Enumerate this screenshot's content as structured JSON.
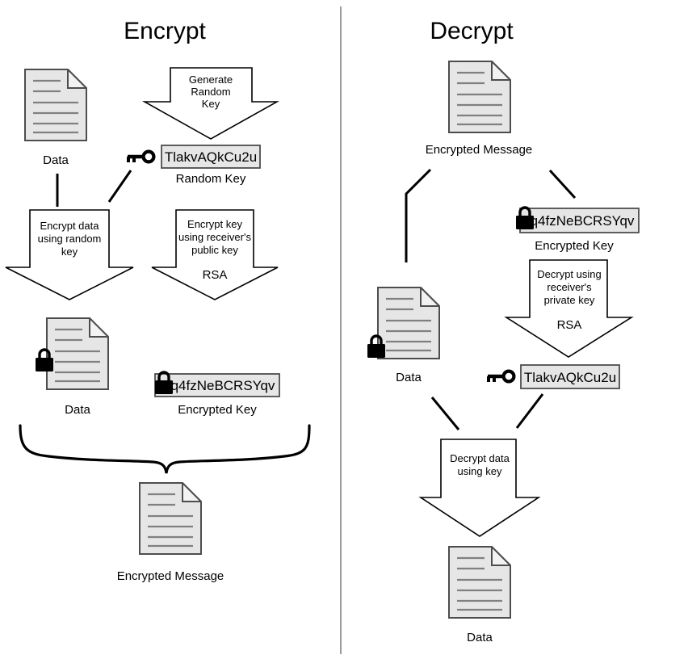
{
  "diagram": {
    "title_left": "Encrypt",
    "title_right": "Decrypt",
    "colors": {
      "shape_fill": "#e6e6e6",
      "shape_stroke": "#4d4d4d",
      "line": "#000000",
      "doc_rule": "#808080",
      "divider": "#808080",
      "background": "#ffffff"
    }
  },
  "encrypt": {
    "doc_data_top": {
      "label": "Data",
      "icon": "document-icon"
    },
    "arrow_generate": {
      "line1": "Generate",
      "line2": "Random",
      "line3": "Key",
      "icon": "down-arrow-icon"
    },
    "random_key": {
      "value": "TlakvAQkCu2u",
      "label": "Random Key",
      "icon": "key-icon"
    },
    "arrow_encrypt_data": {
      "line1": "Encrypt data",
      "line2": "using random",
      "line3": "key",
      "icon": "down-arrow-icon"
    },
    "arrow_encrypt_key": {
      "line1": "Encrypt key",
      "line2": "using receiver's",
      "line3": "public key",
      "algorithm": "RSA",
      "icon": "down-arrow-icon"
    },
    "doc_data_locked": {
      "label": "Data",
      "icon": "document-locked-icon"
    },
    "encrypted_key": {
      "value": "q4fzNeBCRSYqv",
      "label": "Encrypted Key",
      "icon": "padlock-icon"
    },
    "brace": {
      "icon": "curly-brace-icon"
    },
    "doc_encrypted_message": {
      "label": "Encrypted Message",
      "icon": "document-icon"
    }
  },
  "decrypt": {
    "doc_encrypted_message": {
      "label": "Encrypted Message",
      "icon": "document-icon"
    },
    "encrypted_key": {
      "value": "q4fzNeBCRSYqv",
      "label": "Encrypted Key",
      "icon": "padlock-icon"
    },
    "arrow_decrypt_key": {
      "line1": "Decrypt using",
      "line2": "receiver's",
      "line3": "private key",
      "algorithm": "RSA",
      "icon": "down-arrow-icon"
    },
    "doc_data_locked": {
      "label": "Data",
      "icon": "document-locked-icon"
    },
    "random_key": {
      "value": "TlakvAQkCu2u",
      "icon": "key-icon"
    },
    "arrow_decrypt_data": {
      "line1": "Decrypt data",
      "line2": "using key",
      "icon": "down-arrow-icon"
    },
    "doc_data": {
      "label": "Data",
      "icon": "document-icon"
    }
  }
}
